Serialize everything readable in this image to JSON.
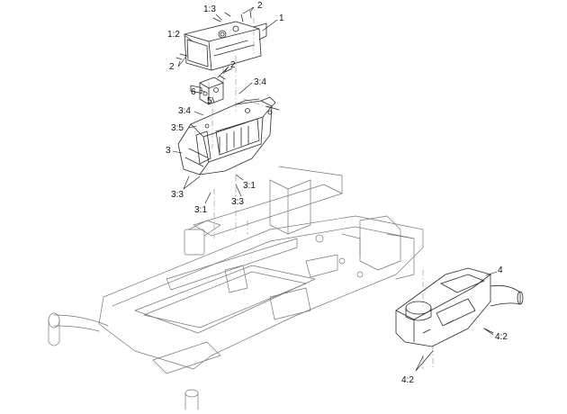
{
  "diagram": {
    "callouts": [
      {
        "id": "c-1-3",
        "text": "1:3"
      },
      {
        "id": "c-2-top",
        "text": "2"
      },
      {
        "id": "c-1",
        "text": "1"
      },
      {
        "id": "c-1-2",
        "text": "1:2"
      },
      {
        "id": "c-2-left",
        "text": "2"
      },
      {
        "id": "c-2-mid",
        "text": "2"
      },
      {
        "id": "c-6",
        "text": "6"
      },
      {
        "id": "c-5",
        "text": "5"
      },
      {
        "id": "c-3-4-right",
        "text": "3:4"
      },
      {
        "id": "c-3-4-left",
        "text": "3:4"
      },
      {
        "id": "c-3-5",
        "text": "3:5"
      },
      {
        "id": "c-3",
        "text": "3"
      },
      {
        "id": "c-3-3-left",
        "text": "3:3"
      },
      {
        "id": "c-3-1-right",
        "text": "3:1"
      },
      {
        "id": "c-3-3-mid",
        "text": "3:3"
      },
      {
        "id": "c-3-1-bottom",
        "text": "3:1"
      },
      {
        "id": "c-4",
        "text": "4"
      },
      {
        "id": "c-4-2-right",
        "text": "4:2"
      },
      {
        "id": "c-4-2-bottom",
        "text": "4:2"
      }
    ],
    "colors": {
      "line": "#2a2a2a",
      "phantom": "#888888",
      "background": "#ffffff"
    }
  }
}
